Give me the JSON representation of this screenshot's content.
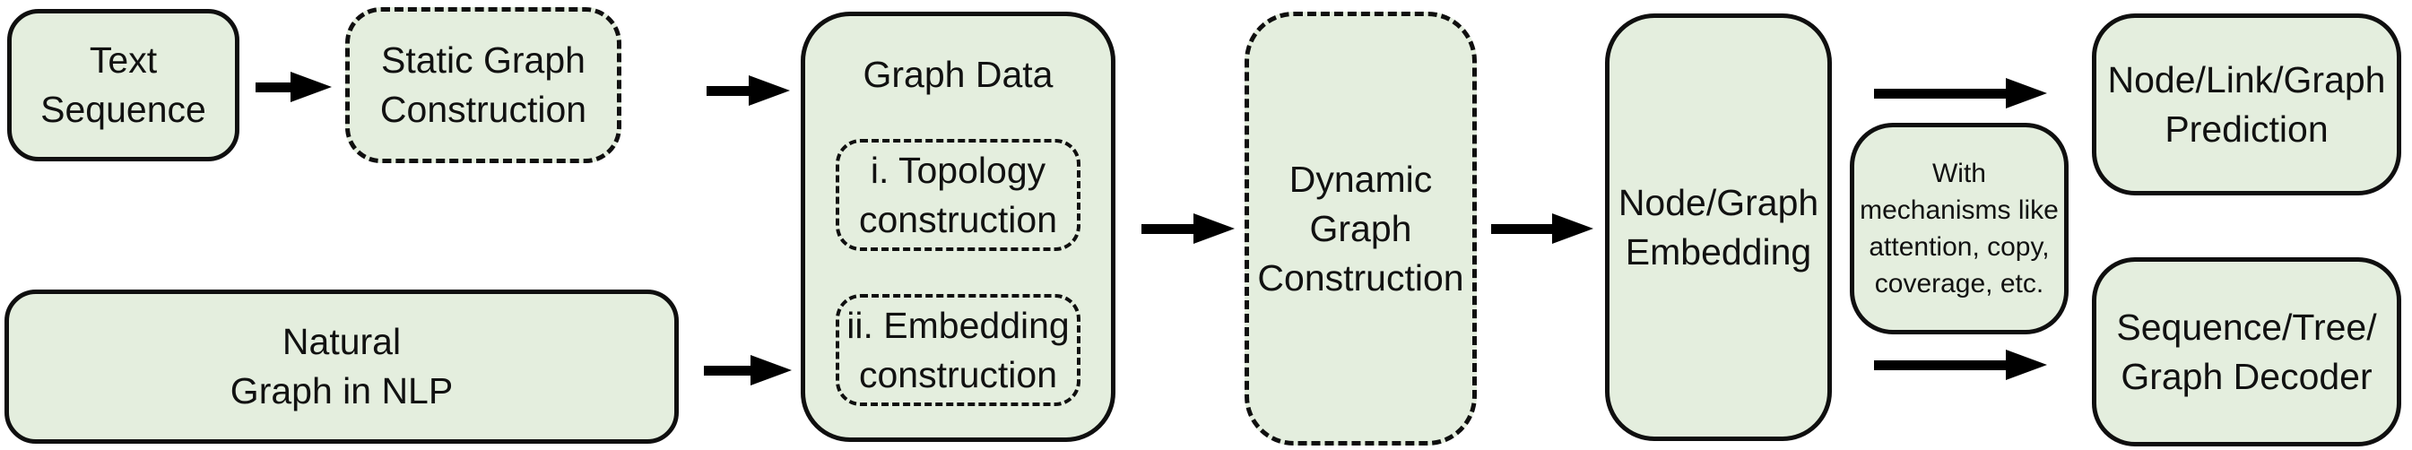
{
  "diagram": {
    "background": "#ffffff",
    "box_fill": "#e4eede",
    "box_border_color": "#0f0f0f",
    "arrow_color": "#000000",
    "nodes": {
      "text_sequence": {
        "label": "Text\nSequence",
        "border_style": "solid"
      },
      "static_graph_construction": {
        "label": "Static Graph\nConstruction",
        "border_style": "dashed"
      },
      "natural_graph_in_nlp": {
        "label": "Natural\nGraph in NLP",
        "border_style": "solid"
      },
      "graph_data": {
        "title": "Graph Data",
        "border_style": "solid",
        "sub_steps": [
          {
            "label": "i. Topology\nconstruction",
            "border_style": "dotted"
          },
          {
            "label": "ii. Embedding\nconstruction",
            "border_style": "dotted"
          }
        ]
      },
      "dynamic_graph_construction": {
        "label": "Dynamic\nGraph\nConstruction",
        "border_style": "dashed"
      },
      "node_graph_embedding": {
        "label": "Node/Graph\nEmbedding",
        "border_style": "solid"
      },
      "mechanisms_note": {
        "label": "With\nmechanisms like\nattention, copy,\ncoverage, etc.",
        "border_style": "solid"
      },
      "node_link_graph_prediction": {
        "label": "Node/Link/Graph\nPrediction",
        "border_style": "solid"
      },
      "sequence_tree_graph_decoder": {
        "label": "Sequence/Tree/\nGraph Decoder",
        "border_style": "solid"
      }
    }
  }
}
